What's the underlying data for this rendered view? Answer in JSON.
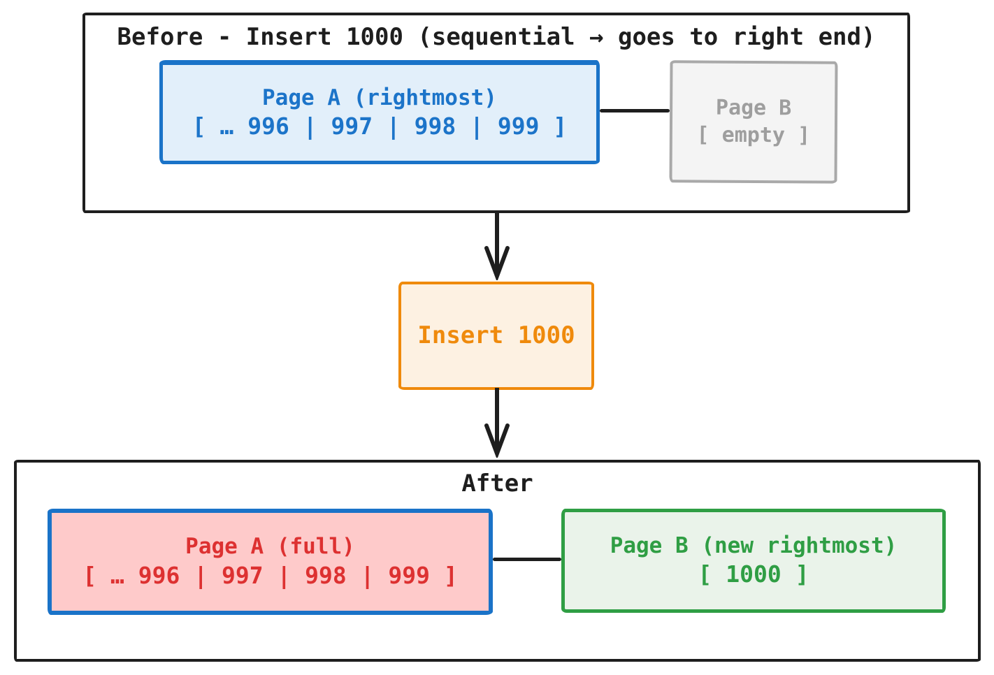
{
  "colors": {
    "ink": "#1e1e1e",
    "blue_border": "#1a73c8",
    "blue_fill": "#e2effa",
    "blue_text": "#1c74c9",
    "gray_border": "#a9a9a9",
    "gray_fill": "#f4f4f4",
    "gray_text": "#9e9e9e",
    "orange_border": "#ef8a0c",
    "orange_fill": "#fdf1e2",
    "orange_text": "#ef8a0c",
    "pink_fill": "#fecaca",
    "red_text": "#dd3131",
    "green_border": "#2f9e44",
    "green_fill": "#eaf3ea",
    "green_text": "#2f9e44"
  },
  "before": {
    "title": "Before - Insert 1000 (sequential → goes to right end)",
    "page_a": {
      "title": "Page A (rightmost)",
      "contents": "[ … 996 | 997 | 998 | 999 ]"
    },
    "page_b": {
      "title": "Page B",
      "contents": "[ empty ]"
    }
  },
  "operation": {
    "label": "Insert 1000"
  },
  "after": {
    "title": "After",
    "page_a": {
      "title": "Page A (full)",
      "contents": "[ … 996 | 997 | 998 | 999 ]"
    },
    "page_b": {
      "title": "Page B (new rightmost)",
      "contents": "[ 1000 ]"
    }
  }
}
